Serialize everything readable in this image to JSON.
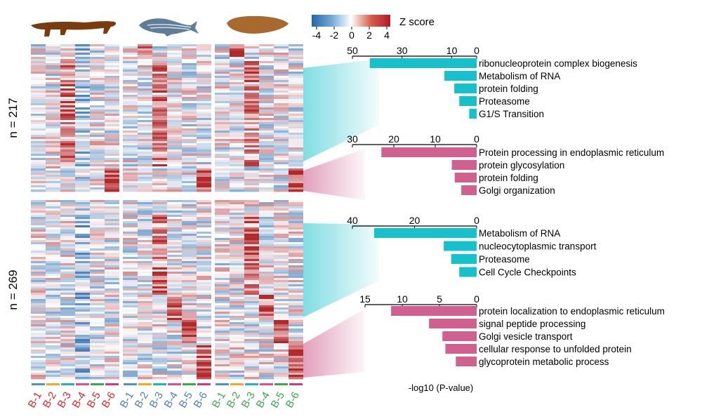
{
  "legend": {
    "title": "Z score",
    "ticks": [
      "-4",
      "-2",
      "0",
      "2",
      "4"
    ],
    "colors": {
      "low": "#2166ac",
      "mid": "#ffffff",
      "high": "#b2182b"
    }
  },
  "organisms": [
    {
      "name": "axolotl",
      "icon": "salamander-silhouette-icon",
      "color": "#7a3c0f"
    },
    {
      "name": "zebrafish",
      "icon": "zebrafish-silhouette-icon",
      "color": "#5a7a9a"
    },
    {
      "name": "planarian",
      "icon": "planarian-silhouette-icon",
      "color": "#a8692e"
    }
  ],
  "heatmap": {
    "row_labels": [
      "n = 217",
      "n = 269"
    ],
    "groups": [
      {
        "color": "#d62728",
        "labels": [
          "B-1",
          "B-2",
          "B-3",
          "B-4",
          "B-5",
          "B-6"
        ]
      },
      {
        "color": "#4a7fc0",
        "labels": [
          "B-1",
          "B-2",
          "B-3",
          "B-4",
          "B-5",
          "B-6"
        ]
      },
      {
        "color": "#3aa84b",
        "labels": [
          "B-1",
          "B-2",
          "B-3",
          "B-4",
          "B-5",
          "B-6"
        ]
      }
    ],
    "column_bar_colors": [
      "#4a90d9",
      "#f5a623",
      "#1bb5c9",
      "#e84a8a",
      "#3aa84b",
      "#cc3a8a"
    ]
  },
  "chart_data": [
    {
      "type": "bar",
      "orientation": "horizontal",
      "categories": [
        "ribonucleoprotein complex biogenesis",
        "Metabolism of RNA",
        "protein folding",
        "Proteasome",
        "G1/S Transition"
      ],
      "values": [
        43,
        13,
        9,
        7,
        3
      ],
      "xlim": [
        50,
        0
      ],
      "ticks": [
        50,
        30,
        10,
        0
      ],
      "color": "#17c1cc"
    },
    {
      "type": "bar",
      "orientation": "horizontal",
      "categories": [
        "Protein processing in endoplasmic reticulum",
        "protein glycosylation",
        "protein folding",
        "Golgi organization"
      ],
      "values": [
        23,
        6,
        5.3,
        3.7
      ],
      "xlim": [
        30,
        0
      ],
      "ticks": [
        30,
        20,
        10,
        0
      ],
      "color": "#d0608f"
    },
    {
      "type": "bar",
      "orientation": "horizontal",
      "categories": [
        "Metabolism of RNA",
        "nucleocytoplasmic transport",
        "Proteasome",
        "Cell Cycle Checkpoints"
      ],
      "values": [
        33,
        10.6,
        8.2,
        5.6
      ],
      "xlim": [
        40,
        0
      ],
      "ticks": [
        40,
        20,
        0
      ],
      "color": "#17c1cc"
    },
    {
      "type": "bar",
      "orientation": "horizontal",
      "categories": [
        "protein localization to endoplasmic reticulum",
        "signal peptide processing",
        "Golgi vesicle transport",
        "cellular response to unfolded protein",
        "glycoprotein metabolic process"
      ],
      "values": [
        11.5,
        6.4,
        4.6,
        4.2,
        2.8
      ],
      "xlim": [
        15,
        0
      ],
      "ticks": [
        15,
        10,
        5,
        0
      ],
      "color": "#d0608f"
    }
  ],
  "xlabel": "-log10 (P-value)"
}
